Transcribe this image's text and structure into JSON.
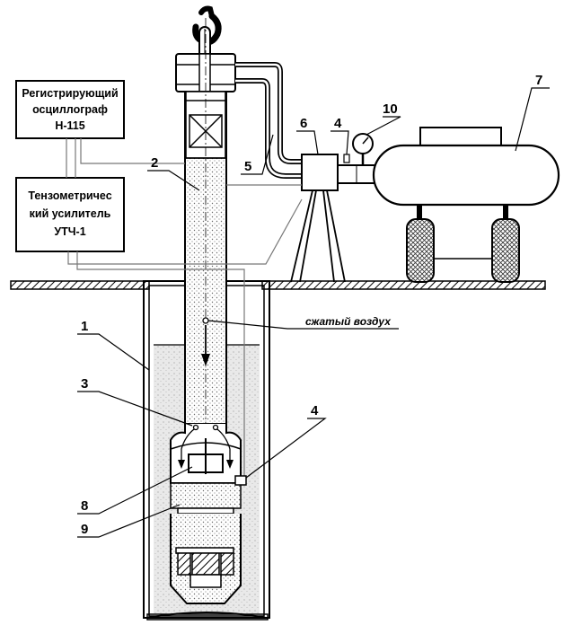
{
  "devices": {
    "oscillograph": [
      "Регистрирующий",
      "осциллограф",
      "Н-115"
    ],
    "amplifier": [
      "Тензометричес",
      "кий усилитель",
      "УТЧ-1"
    ]
  },
  "flow_label": "сжатый  воздух",
  "callouts": {
    "c1": "1",
    "c2": "2",
    "c3": "3",
    "c4a": "4",
    "c4b": "4",
    "c5": "5",
    "c6": "6",
    "c7": "7",
    "c8": "8",
    "c9": "9",
    "c10": "10"
  },
  "colors": {
    "ink": "#000000",
    "fill_tint": "#e6e6e6",
    "wire": "#777777"
  }
}
